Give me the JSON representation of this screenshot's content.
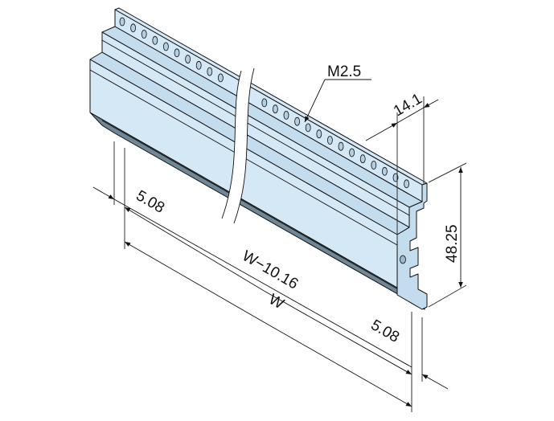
{
  "drawing": {
    "subject": "rail",
    "colors": {
      "body": "#d5e8f5",
      "line": "#111111"
    },
    "labels": {
      "thread": "M2.5",
      "depth": "14.1",
      "height": "48.25",
      "left_offset": "5.08",
      "inner_width": "W−10.16",
      "width": "W",
      "right_offset": "5.08"
    }
  }
}
